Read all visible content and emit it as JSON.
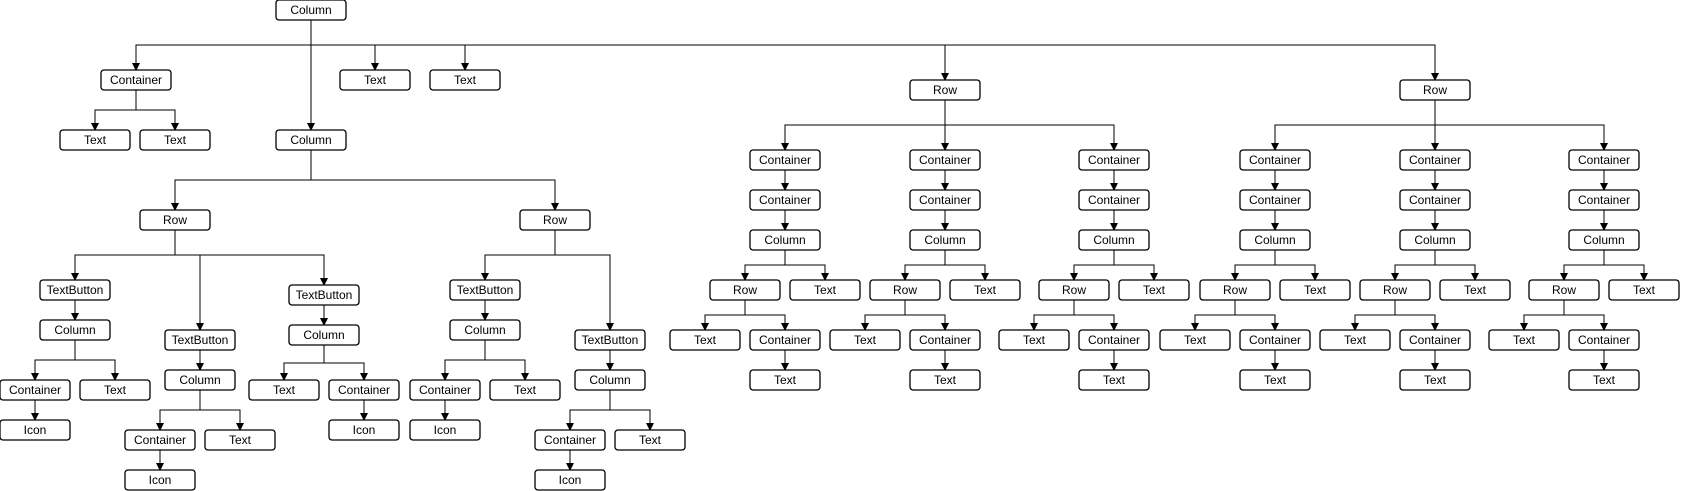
{
  "diagram": {
    "nodes": [
      {
        "id": "n0",
        "label": "Column"
      },
      {
        "id": "n1",
        "label": "Container"
      },
      {
        "id": "n2",
        "label": "Text"
      },
      {
        "id": "n3",
        "label": "Text"
      },
      {
        "id": "n4",
        "label": "Text"
      },
      {
        "id": "n5",
        "label": "Text"
      },
      {
        "id": "n6",
        "label": "Column"
      },
      {
        "id": "n7",
        "label": "Row"
      },
      {
        "id": "n8",
        "label": "Row"
      },
      {
        "id": "n9",
        "label": "TextButton"
      },
      {
        "id": "n10",
        "label": "Column"
      },
      {
        "id": "n11",
        "label": "Container"
      },
      {
        "id": "n12",
        "label": "Icon"
      },
      {
        "id": "n13",
        "label": "Text"
      },
      {
        "id": "n14",
        "label": "TextButton"
      },
      {
        "id": "n15",
        "label": "Column"
      },
      {
        "id": "n16",
        "label": "Container"
      },
      {
        "id": "n17",
        "label": "Icon"
      },
      {
        "id": "n18",
        "label": "Text"
      },
      {
        "id": "n19",
        "label": "TextButton"
      },
      {
        "id": "n20",
        "label": "Column"
      },
      {
        "id": "n21",
        "label": "Text"
      },
      {
        "id": "n22",
        "label": "Container"
      },
      {
        "id": "n23",
        "label": "Icon"
      },
      {
        "id": "n24",
        "label": "TextButton"
      },
      {
        "id": "n25",
        "label": "Column"
      },
      {
        "id": "n26",
        "label": "Container"
      },
      {
        "id": "n27",
        "label": "Icon"
      },
      {
        "id": "n28",
        "label": "Text"
      },
      {
        "id": "n29",
        "label": "TextButton"
      },
      {
        "id": "n30",
        "label": "Column"
      },
      {
        "id": "n31",
        "label": "Container"
      },
      {
        "id": "n32",
        "label": "Icon"
      },
      {
        "id": "n33",
        "label": "Text"
      },
      {
        "id": "n34",
        "label": "Row"
      },
      {
        "id": "n35",
        "label": "Row"
      },
      {
        "id": "b1c1",
        "label": "Container"
      },
      {
        "id": "b1c2",
        "label": "Container"
      },
      {
        "id": "b1c3",
        "label": "Column"
      },
      {
        "id": "b1r",
        "label": "Row"
      },
      {
        "id": "b1t1",
        "label": "Text"
      },
      {
        "id": "b1t2",
        "label": "Text"
      },
      {
        "id": "b1c4",
        "label": "Container"
      },
      {
        "id": "b1t3",
        "label": "Text"
      },
      {
        "id": "b2c1",
        "label": "Container"
      },
      {
        "id": "b2c2",
        "label": "Container"
      },
      {
        "id": "b2c3",
        "label": "Column"
      },
      {
        "id": "b2r",
        "label": "Row"
      },
      {
        "id": "b2t1",
        "label": "Text"
      },
      {
        "id": "b2t2",
        "label": "Text"
      },
      {
        "id": "b2c4",
        "label": "Container"
      },
      {
        "id": "b2t3",
        "label": "Text"
      },
      {
        "id": "b3c1",
        "label": "Container"
      },
      {
        "id": "b3c2",
        "label": "Container"
      },
      {
        "id": "b3c3",
        "label": "Column"
      },
      {
        "id": "b3r",
        "label": "Row"
      },
      {
        "id": "b3t1",
        "label": "Text"
      },
      {
        "id": "b3t2",
        "label": "Text"
      },
      {
        "id": "b3c4",
        "label": "Container"
      },
      {
        "id": "b3t3",
        "label": "Text"
      },
      {
        "id": "b4c1",
        "label": "Container"
      },
      {
        "id": "b4c2",
        "label": "Container"
      },
      {
        "id": "b4c3",
        "label": "Column"
      },
      {
        "id": "b4r",
        "label": "Row"
      },
      {
        "id": "b4t1",
        "label": "Text"
      },
      {
        "id": "b4t2",
        "label": "Text"
      },
      {
        "id": "b4c4",
        "label": "Container"
      },
      {
        "id": "b4t3",
        "label": "Text"
      },
      {
        "id": "b5c1",
        "label": "Container"
      },
      {
        "id": "b5c2",
        "label": "Container"
      },
      {
        "id": "b5c3",
        "label": "Column"
      },
      {
        "id": "b5r",
        "label": "Row"
      },
      {
        "id": "b5t1",
        "label": "Text"
      },
      {
        "id": "b5t2",
        "label": "Text"
      },
      {
        "id": "b5c4",
        "label": "Container"
      },
      {
        "id": "b5t3",
        "label": "Text"
      },
      {
        "id": "b6c1",
        "label": "Container"
      },
      {
        "id": "b6c2",
        "label": "Container"
      },
      {
        "id": "b6c3",
        "label": "Column"
      },
      {
        "id": "b6r",
        "label": "Row"
      },
      {
        "id": "b6t1",
        "label": "Text"
      },
      {
        "id": "b6t2",
        "label": "Text"
      },
      {
        "id": "b6c4",
        "label": "Container"
      },
      {
        "id": "b6t3",
        "label": "Text"
      }
    ],
    "edges": [
      [
        "n0",
        "n1"
      ],
      [
        "n0",
        "n4"
      ],
      [
        "n0",
        "n5"
      ],
      [
        "n0",
        "n6"
      ],
      [
        "n0",
        "n34"
      ],
      [
        "n0",
        "n35"
      ],
      [
        "n1",
        "n2"
      ],
      [
        "n1",
        "n3"
      ],
      [
        "n6",
        "n7"
      ],
      [
        "n6",
        "n8"
      ],
      [
        "n7",
        "n9"
      ],
      [
        "n7",
        "n14"
      ],
      [
        "n7",
        "n19"
      ],
      [
        "n9",
        "n10"
      ],
      [
        "n10",
        "n11"
      ],
      [
        "n10",
        "n13"
      ],
      [
        "n11",
        "n12"
      ],
      [
        "n14",
        "n15"
      ],
      [
        "n15",
        "n16"
      ],
      [
        "n15",
        "n18"
      ],
      [
        "n16",
        "n17"
      ],
      [
        "n19",
        "n20"
      ],
      [
        "n20",
        "n21"
      ],
      [
        "n20",
        "n22"
      ],
      [
        "n22",
        "n23"
      ],
      [
        "n8",
        "n24"
      ],
      [
        "n8",
        "n29"
      ],
      [
        "n24",
        "n25"
      ],
      [
        "n25",
        "n26"
      ],
      [
        "n25",
        "n28"
      ],
      [
        "n26",
        "n27"
      ],
      [
        "n29",
        "n30"
      ],
      [
        "n30",
        "n31"
      ],
      [
        "n30",
        "n33"
      ],
      [
        "n31",
        "n32"
      ],
      [
        "n34",
        "b1c1"
      ],
      [
        "n34",
        "b2c1"
      ],
      [
        "n34",
        "b3c1"
      ],
      [
        "n35",
        "b4c1"
      ],
      [
        "n35",
        "b5c1"
      ],
      [
        "n35",
        "b6c1"
      ],
      [
        "b1c1",
        "b1c2"
      ],
      [
        "b1c2",
        "b1c3"
      ],
      [
        "b1c3",
        "b1r"
      ],
      [
        "b1c3",
        "b1t2"
      ],
      [
        "b1r",
        "b1t1"
      ],
      [
        "b1r",
        "b1c4"
      ],
      [
        "b1c4",
        "b1t3"
      ],
      [
        "b2c1",
        "b2c2"
      ],
      [
        "b2c2",
        "b2c3"
      ],
      [
        "b2c3",
        "b2r"
      ],
      [
        "b2c3",
        "b2t2"
      ],
      [
        "b2r",
        "b2t1"
      ],
      [
        "b2r",
        "b2c4"
      ],
      [
        "b2c4",
        "b2t3"
      ],
      [
        "b3c1",
        "b3c2"
      ],
      [
        "b3c2",
        "b3c3"
      ],
      [
        "b3c3",
        "b3r"
      ],
      [
        "b3c3",
        "b3t2"
      ],
      [
        "b3r",
        "b3t1"
      ],
      [
        "b3r",
        "b3c4"
      ],
      [
        "b3c4",
        "b3t3"
      ],
      [
        "b4c1",
        "b4c2"
      ],
      [
        "b4c2",
        "b4c3"
      ],
      [
        "b4c3",
        "b4r"
      ],
      [
        "b4c3",
        "b4t2"
      ],
      [
        "b4r",
        "b4t1"
      ],
      [
        "b4r",
        "b4c4"
      ],
      [
        "b4c4",
        "b4t3"
      ],
      [
        "b5c1",
        "b5c2"
      ],
      [
        "b5c2",
        "b5c3"
      ],
      [
        "b5c3",
        "b5r"
      ],
      [
        "b5c3",
        "b5t2"
      ],
      [
        "b5r",
        "b5t1"
      ],
      [
        "b5r",
        "b5c4"
      ],
      [
        "b5c4",
        "b5t3"
      ],
      [
        "b6c1",
        "b6c2"
      ],
      [
        "b6c2",
        "b6c3"
      ],
      [
        "b6c3",
        "b6r"
      ],
      [
        "b6c3",
        "b6t2"
      ],
      [
        "b6r",
        "b6t1"
      ],
      [
        "b6r",
        "b6c4"
      ],
      [
        "b6c4",
        "b6t3"
      ]
    ]
  }
}
